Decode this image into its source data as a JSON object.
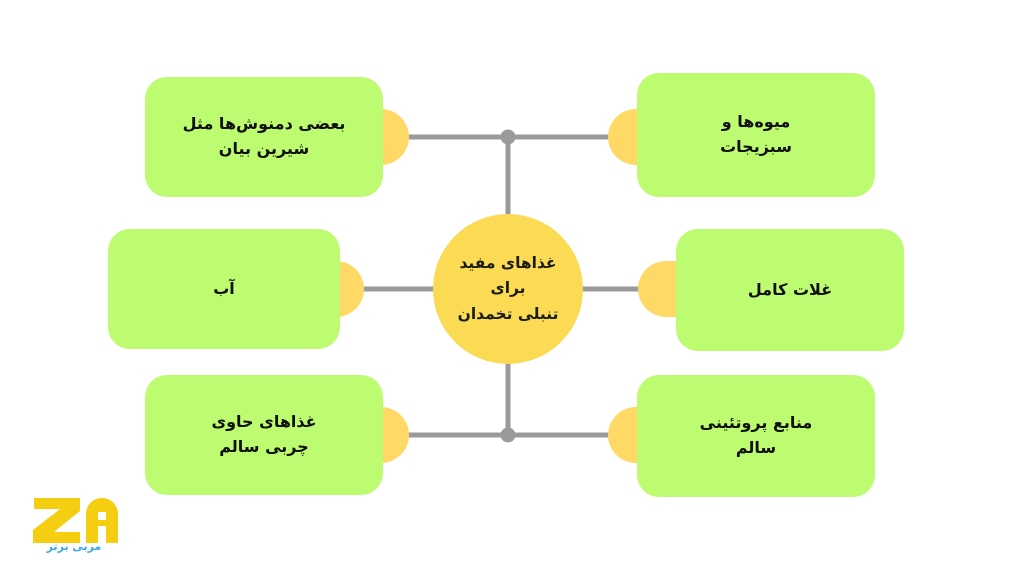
{
  "diagram": {
    "type": "mind-map",
    "title": "غذاهای مفید برای تنبلی تخمدان",
    "center": {
      "label_lines": [
        "غذاهای مفید",
        "برای",
        "تنبلی تخمدان"
      ],
      "fill": "#FADB53"
    },
    "branches": [
      {
        "id": "top-left",
        "label_lines": [
          "بعضی دمنوش‌ها مثل",
          "شیرین بیان"
        ],
        "fill": "#BDFB70",
        "connector_fill": "#FFD966",
        "side": "left"
      },
      {
        "id": "top-right",
        "label_lines": [
          "میوه‌ها و",
          "سبزیجات"
        ],
        "fill": "#BDFB70",
        "connector_fill": "#FFD966",
        "side": "right"
      },
      {
        "id": "middle-left",
        "label_lines": [
          "آب"
        ],
        "fill": "#BDFB70",
        "connector_fill": "#FFD966",
        "side": "left"
      },
      {
        "id": "middle-right",
        "label_lines": [
          "غلات کامل"
        ],
        "fill": "#BDFB70",
        "connector_fill": "#FFD966",
        "side": "right"
      },
      {
        "id": "bottom-left",
        "label_lines": [
          "غذاهای حاوی",
          "چربی سالم"
        ],
        "fill": "#BDFB70",
        "connector_fill": "#FFD966",
        "side": "left"
      },
      {
        "id": "bottom-right",
        "label_lines": [
          "منابع پروتئینی",
          "سالم"
        ],
        "fill": "#BDFB70",
        "connector_fill": "#FFD966",
        "side": "right"
      }
    ],
    "connector_line_color": "#9A9A9A",
    "background": "#FFFFFF"
  },
  "logo": {
    "mark_text": "ZA",
    "mark_color": "#F5CE12",
    "sub_text": "مربی برتر",
    "sub_color": "#3AA8E8"
  }
}
